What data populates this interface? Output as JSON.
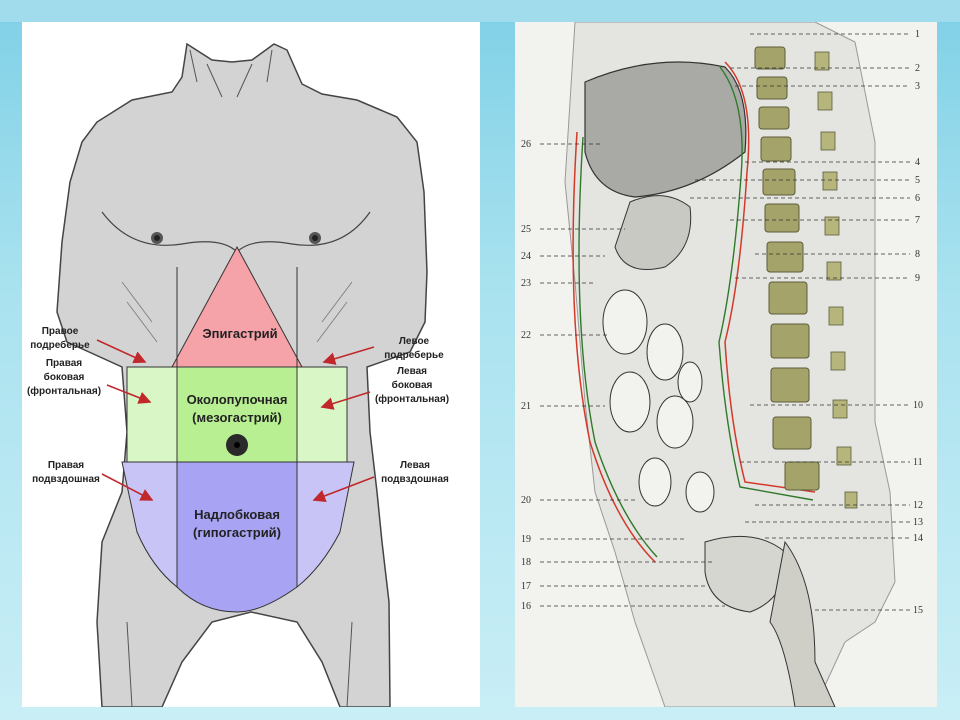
{
  "regions": {
    "epigastrium": "Эпигастрий",
    "mesogastrium_line1": "Околопупочная",
    "mesogastrium_line2": "(мезогастрий)",
    "hypogastrium_line1": "Надлобковая",
    "hypogastrium_line2": "(гипогастрий)"
  },
  "side_labels": {
    "right_hypochondrium": [
      "Правое",
      "подреберье"
    ],
    "left_hypochondrium": [
      "Левое",
      "подреберье"
    ],
    "right_lateral": [
      "Правая",
      "боковая",
      "(фронтальная)"
    ],
    "left_lateral": [
      "Левая",
      "боковая",
      "(фронтальная)"
    ],
    "right_iliac": [
      "Правая",
      "подвздошная"
    ],
    "left_iliac": [
      "Левая",
      "подвздошная"
    ]
  },
  "numbers_left": [
    "26",
    "25",
    "24",
    "23",
    "22",
    "21",
    "20",
    "19",
    "18",
    "17",
    "16"
  ],
  "numbers_right": [
    "1",
    "2",
    "3",
    "4",
    "5",
    "6",
    "7",
    "8",
    "9",
    "10",
    "11",
    "12",
    "13",
    "14",
    "15"
  ],
  "colors": {
    "epigastrium": "#f5a3a8",
    "mesogastrium_center": "#b9ef93",
    "mesogastrium_side": "#d9f7c6",
    "hypogastrium_center": "#a8a3f3",
    "hypogastrium_side": "#c8c5f6",
    "body": "#d3d3d3",
    "arrow": "#c0282c",
    "vertebra": "#a3a36a"
  }
}
